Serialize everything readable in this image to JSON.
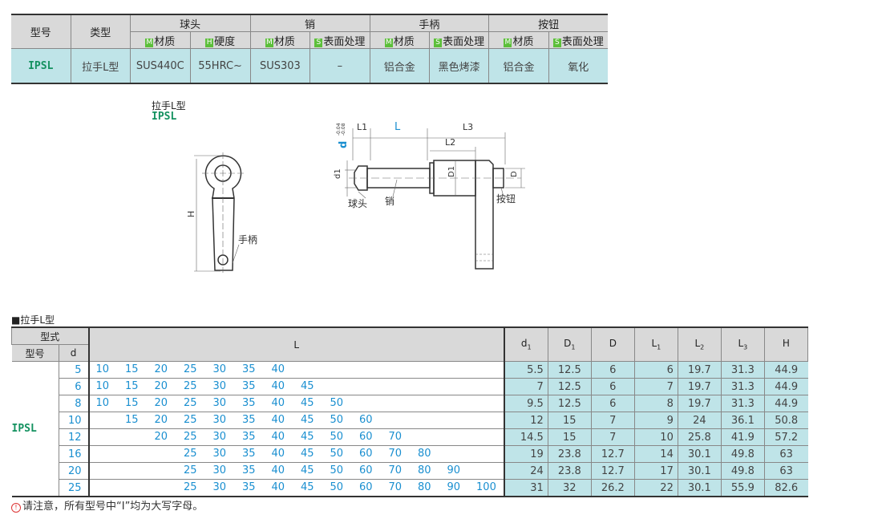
{
  "spec_table": {
    "headers": {
      "model": "型号",
      "type": "类型",
      "ball": "球头",
      "pin": "销",
      "handle": "手柄",
      "button": "按钮"
    },
    "sub_headers": [
      {
        "badge": "M",
        "label": "材质"
      },
      {
        "badge": "H",
        "label": "硬度"
      },
      {
        "badge": "M",
        "label": "材质"
      },
      {
        "badge": "S",
        "label": "表面处理"
      },
      {
        "badge": "M",
        "label": "材质"
      },
      {
        "badge": "S",
        "label": "表面处理"
      },
      {
        "badge": "M",
        "label": "材质"
      },
      {
        "badge": "S",
        "label": "表面处理"
      }
    ],
    "row": {
      "model": "IPSL",
      "type": "拉手L型",
      "values": [
        "SUS440C",
        "55HRC~",
        "SUS303",
        "–",
        "铝合金",
        "黑色烤漆",
        "铝合金",
        "氧化"
      ]
    }
  },
  "drawing": {
    "title": "拉手L型",
    "model": "IPSL",
    "labels": {
      "H": "H",
      "handle": "手柄",
      "L1": "L1",
      "L": "L",
      "L2": "L2",
      "L3": "L3",
      "d": "d",
      "tol_upper": "-0.04",
      "tol_lower": "-0.08",
      "d1": "d1",
      "D1": "D1",
      "D": "D",
      "ball": "球头",
      "pin": "销",
      "button": "按钮"
    }
  },
  "dim_table": {
    "section_title": "拉手L型",
    "headers": {
      "form": "型式",
      "model": "型号",
      "d": "d",
      "L": "L",
      "cols": [
        [
          "d",
          "1"
        ],
        [
          "D",
          "1"
        ],
        [
          "D",
          ""
        ],
        [
          "L",
          "1"
        ],
        [
          "L",
          "2"
        ],
        [
          "L",
          "3"
        ],
        [
          "H",
          ""
        ]
      ]
    },
    "model": "IPSL",
    "l_slots": [
      10,
      15,
      20,
      25,
      30,
      35,
      40,
      45,
      50,
      60,
      70,
      80,
      90,
      100
    ],
    "rows": [
      {
        "d": "5",
        "L": [
          "10",
          "15",
          "20",
          "25",
          "30",
          "35",
          "40"
        ],
        "vals": [
          "5.5",
          "12.5",
          "6",
          "6",
          "19.7",
          "31.3",
          "44.9"
        ]
      },
      {
        "d": "6",
        "L": [
          "10",
          "15",
          "20",
          "25",
          "30",
          "35",
          "40",
          "45"
        ],
        "vals": [
          "7",
          "12.5",
          "6",
          "7",
          "19.7",
          "31.3",
          "44.9"
        ]
      },
      {
        "d": "8",
        "L": [
          "10",
          "15",
          "20",
          "25",
          "30",
          "35",
          "40",
          "45",
          "50"
        ],
        "vals": [
          "9.5",
          "12.5",
          "6",
          "8",
          "19.7",
          "31.3",
          "44.9"
        ]
      },
      {
        "d": "10",
        "L": [
          "15",
          "20",
          "25",
          "30",
          "35",
          "40",
          "45",
          "50",
          "60"
        ],
        "vals": [
          "12",
          "15",
          "7",
          "9",
          "24",
          "36.1",
          "50.8"
        ]
      },
      {
        "d": "12",
        "L": [
          "20",
          "25",
          "30",
          "35",
          "40",
          "45",
          "50",
          "60",
          "70"
        ],
        "vals": [
          "14.5",
          "15",
          "7",
          "10",
          "25.8",
          "41.9",
          "57.2"
        ]
      },
      {
        "d": "16",
        "L": [
          "25",
          "30",
          "35",
          "40",
          "45",
          "50",
          "60",
          "70",
          "80"
        ],
        "vals": [
          "19",
          "23.8",
          "12.7",
          "14",
          "30.1",
          "49.8",
          "63"
        ]
      },
      {
        "d": "20",
        "L": [
          "25",
          "30",
          "35",
          "40",
          "45",
          "50",
          "60",
          "70",
          "80",
          "90"
        ],
        "vals": [
          "24",
          "23.8",
          "12.7",
          "17",
          "30.1",
          "49.8",
          "63"
        ]
      },
      {
        "d": "25",
        "L": [
          "25",
          "30",
          "35",
          "40",
          "45",
          "50",
          "60",
          "70",
          "80",
          "90",
          "100"
        ],
        "vals": [
          "31",
          "32",
          "26.2",
          "22",
          "30.1",
          "55.9",
          "82.6"
        ]
      }
    ]
  },
  "note": "请注意，所有型号中“I”均为大写字母。",
  "colors": {
    "header": "#d9d9d9",
    "value_bg": "#bfe4e8",
    "model_green": "#13915f",
    "number_blue": "#1a8fd0"
  }
}
